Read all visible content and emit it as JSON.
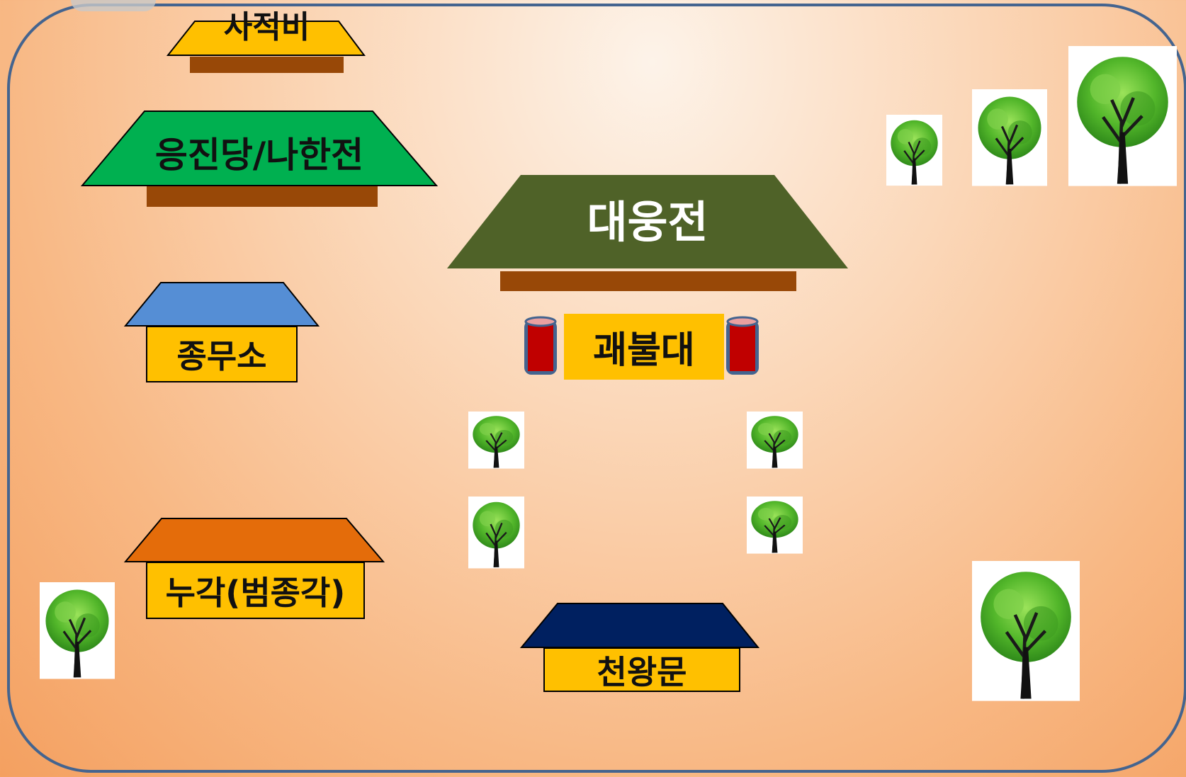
{
  "buildings": {
    "sajeokbi": "사적비",
    "eungjindang": "응진당/나한전",
    "daeungjeon": "대웅전",
    "jongmuso": "종무소",
    "gwaebuldae": "괘불대",
    "nugak": "누각(범종각)",
    "cheonwangmun": "천왕문"
  },
  "colors": {
    "frame": "#44648f",
    "yellow": "#ffc000",
    "brown": "#984807",
    "green_roof": "#00b050",
    "olive_roof": "#4f6228",
    "blue_roof": "#558ed5",
    "orange_roof": "#e46c0a",
    "navy_roof": "#002060",
    "pillar": "#c00000"
  },
  "icons": [
    "tree-icon",
    "pillar-icon"
  ]
}
